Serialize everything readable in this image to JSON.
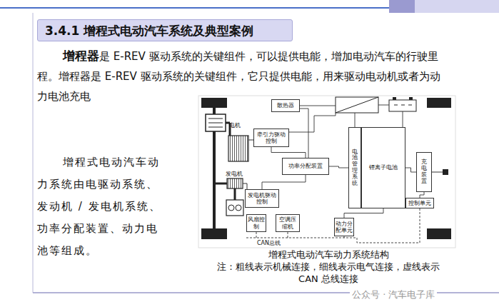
{
  "diagram": {
    "title": "3.4.1 增程式电动汽车系统及典型案例",
    "caption": "增程式电动汽车动力系统结构",
    "nodes": [
      {
        "text": [
          "散热器"
        ]
      },
      {
        "text": [
          "牵引力驱动控制"
        ]
      },
      {
        "text": [
          "功率分配装置"
        ]
      },
      {
        "text": [
          "电池管理系统"
        ]
      },
      {
        "text": [
          "锂离子电池"
        ]
      },
      {
        "text": [
          "充电装置"
        ]
      },
      {
        "text": [
          "发电机驱动控制"
        ]
      },
      {
        "text": [
          "风扇控制"
        ]
      },
      {
        "text": [
          "空调压缩机"
        ]
      },
      {
        "text": [
          "控制单元"
        ]
      },
      {
        "text": [
          "动力分配单元"
        ]
      }
    ],
    "edges": [
      {
        "from": 1,
        "to": 2,
        "arrow": "none"
      },
      {
        "from": 6,
        "to": 2,
        "arrow": "none"
      },
      {
        "from": 2,
        "to": 3,
        "arrow": "none"
      },
      {
        "from": 4,
        "to": 5,
        "arrow": "none"
      },
      {
        "from": 5,
        "to": 9,
        "arrow": "none"
      },
      {
        "from": 10,
        "to": 4,
        "arrow": "none"
      }
    ],
    "labels": [
      "增程器",
      "是 E-REV 驱动系统的关键组件，可以提供电能，增加电动汽车的行驶里程。增程器是 E-REV 驱动系统的关键组件，它只提供电能，用来驱动电动机或者为动力电池充电",
      "增程式电动汽车动力系统由电驱动系统、发动机 / 发电机系统、功率分配装置、动力电池等组成。",
      "电机",
      "发电机",
      "CAN总线",
      "注：粗线表示机械连接，细线表示电气连接，虚线表示 CAN 总线连接",
      "公众号 · 汽车电子库"
    ]
  }
}
